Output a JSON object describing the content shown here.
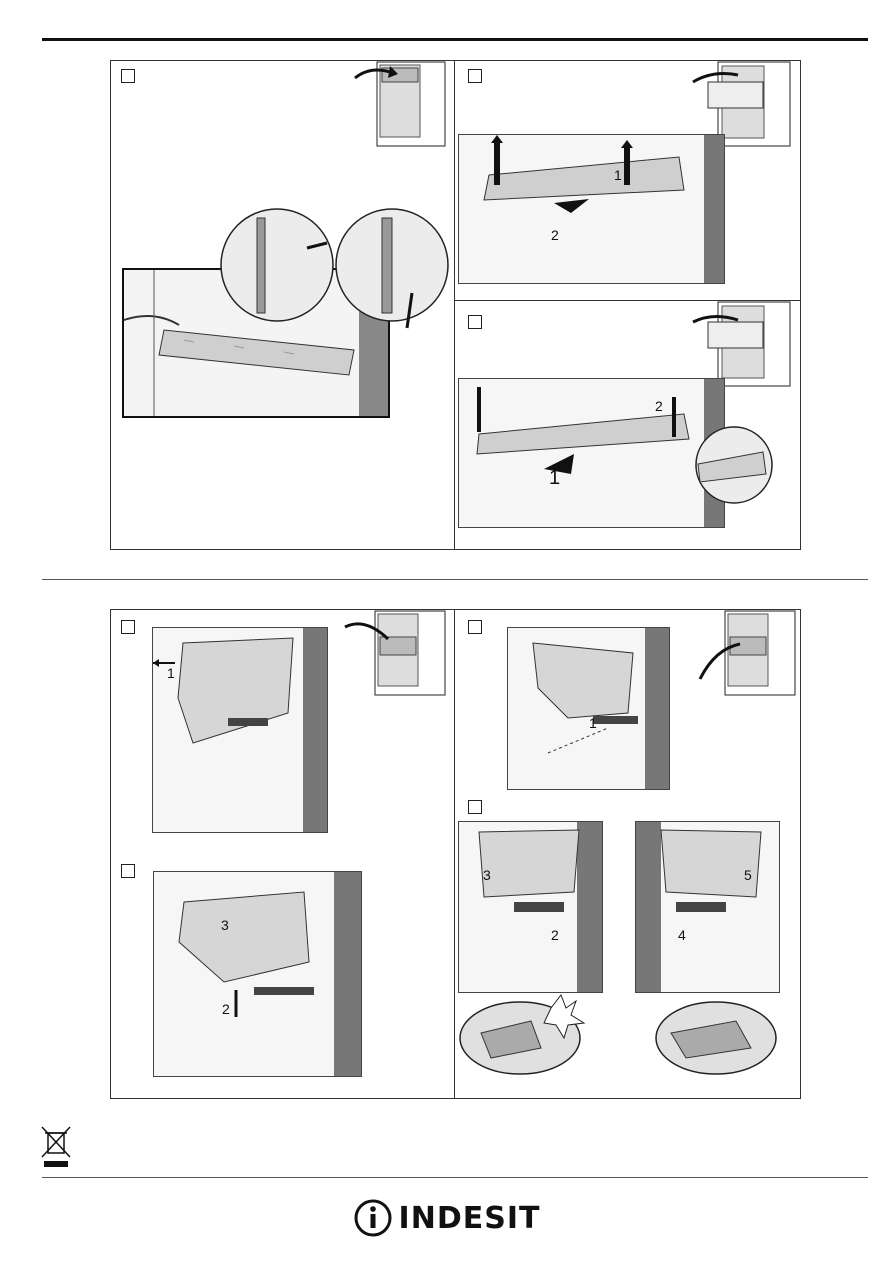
{
  "brand": {
    "name": "INDESIT",
    "logo_icon": "indesit-logo-icon"
  },
  "top_section": {
    "panel_a": {
      "arrow_labels": []
    },
    "panel_b": {
      "arrow_labels": [
        "1",
        "2"
      ]
    },
    "panel_c": {
      "arrow_labels": [
        "1",
        "2"
      ]
    }
  },
  "bottom_section": {
    "panel_d": {
      "arrow_labels": [
        "1"
      ]
    },
    "panel_e": {
      "arrow_labels": [
        "3",
        "2"
      ]
    },
    "panel_f": {
      "arrow_labels": [
        "1"
      ]
    },
    "panel_g": {
      "arrow_labels": [
        "3",
        "2",
        "5",
        "4"
      ]
    }
  },
  "footer": {
    "weee_icon": "crossed-out-bin-icon"
  }
}
